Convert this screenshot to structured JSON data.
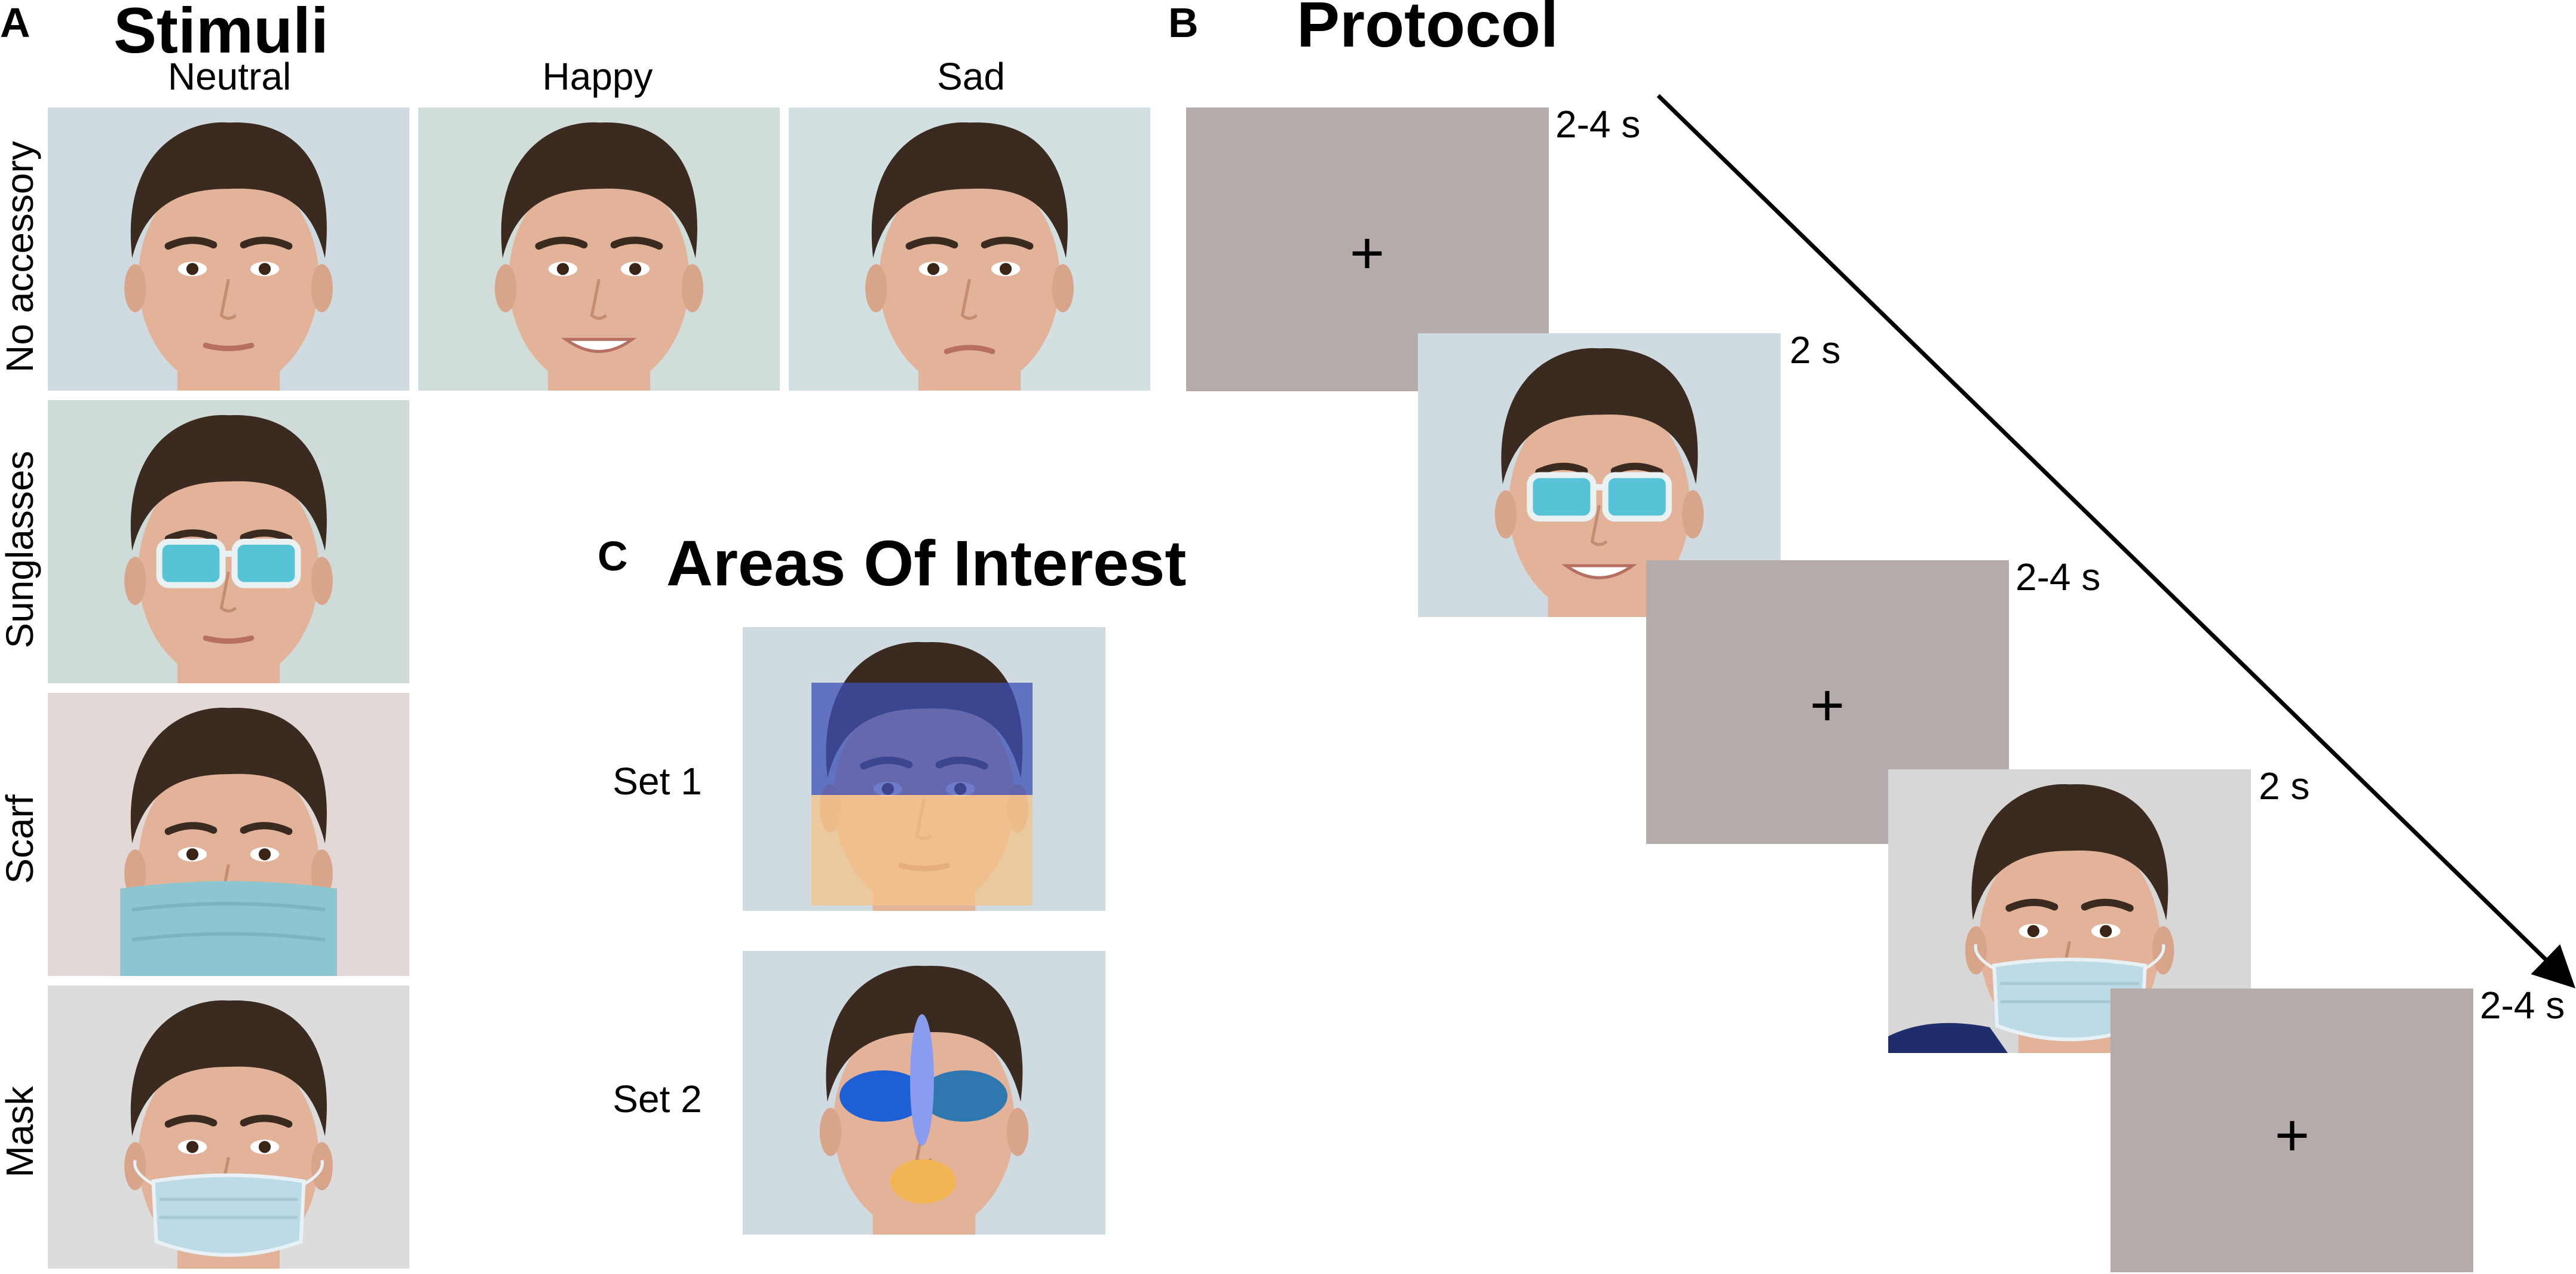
{
  "panels": {
    "a": {
      "letter": "A",
      "title": "Stimuli"
    },
    "b": {
      "letter": "B",
      "title": "Protocol"
    },
    "c": {
      "letter": "C",
      "title": "Areas Of Interest"
    }
  },
  "stimuli": {
    "columns": [
      "Neutral",
      "Happy",
      "Sad"
    ],
    "rows": [
      "No accessory",
      "Sunglasses",
      "Scarf",
      "Mask"
    ]
  },
  "protocol": {
    "durations": [
      "2-4 s",
      "2 s",
      "2-4 s",
      "2 s",
      "2-4 s"
    ],
    "fixation_symbol": "+"
  },
  "aoi": {
    "sets": [
      "Set 1",
      "Set 2"
    ]
  },
  "colors": {
    "background_blue": "#cfdbe0",
    "fixation_grey": "#b5abaa",
    "scarf_background": "#e2d8d6",
    "mask_background": "#dcdcdc",
    "hair": "#3b2a20",
    "skin": "#e2b399",
    "lens": "#56c3d6",
    "mask": "#bcdbe6",
    "scarf": "#8cc6d0",
    "aoi_eye_region": "#3c4fb5",
    "aoi_lower_face": "#f4c38a",
    "aoi_left_eye": "#1f5fd6",
    "aoi_right_eye": "#2f77b0",
    "aoi_nose": "#8a9cf0",
    "aoi_mouth": "#f2b553"
  }
}
